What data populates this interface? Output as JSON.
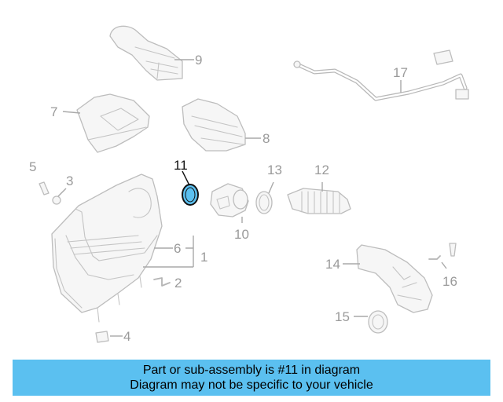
{
  "diagram": {
    "callouts": {
      "c1": "1",
      "c2": "2",
      "c3": "3",
      "c4": "4",
      "c5": "5",
      "c6": "6",
      "c7": "7",
      "c8": "8",
      "c9": "9",
      "c10": "10",
      "c11": "11",
      "c12": "12",
      "c13": "13",
      "c14": "14",
      "c15": "15",
      "c16": "16",
      "c17": "17"
    },
    "highlighted_part": "11",
    "colors": {
      "highlight_fill": "#5bc0f0",
      "highlight_stroke": "#111111",
      "banner": "#5bc0f0",
      "part_line": "#bdbdbd"
    }
  },
  "banner": {
    "line1": "Part or sub-assembly is #11 in diagram",
    "line2": "Diagram may not be specific to your vehicle"
  }
}
